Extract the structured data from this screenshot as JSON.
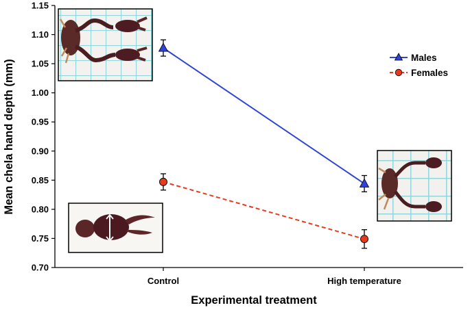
{
  "chart_data": {
    "type": "line",
    "title": "",
    "xlabel": "Experimental treatment",
    "ylabel": "Mean chela hand depth (mm)",
    "categories": [
      "Control",
      "High temperature"
    ],
    "ylim": [
      0.7,
      1.15
    ],
    "yticks": [
      "0.70",
      "0.75",
      "0.80",
      "0.85",
      "0.90",
      "0.95",
      "1.00",
      "1.05",
      "1.10",
      "1.15"
    ],
    "grid": false,
    "legend_position": "top-right",
    "series": [
      {
        "name": "Males",
        "values": [
          1.077,
          0.844
        ],
        "errors": [
          0.014,
          0.014
        ],
        "color": "#2f43d6",
        "marker": "triangle",
        "line_style": "solid"
      },
      {
        "name": "Females",
        "values": [
          0.847,
          0.749
        ],
        "errors": [
          0.014,
          0.016
        ],
        "color": "#e53a1e",
        "marker": "circle",
        "line_style": "dashed"
      }
    ],
    "insets": [
      {
        "subject": "pseudoscorpion-with-chelae-photo"
      },
      {
        "subject": "single-chela-hand-measurement-photo"
      },
      {
        "subject": "pseudoscorpion-high-temperature-photo"
      }
    ]
  }
}
